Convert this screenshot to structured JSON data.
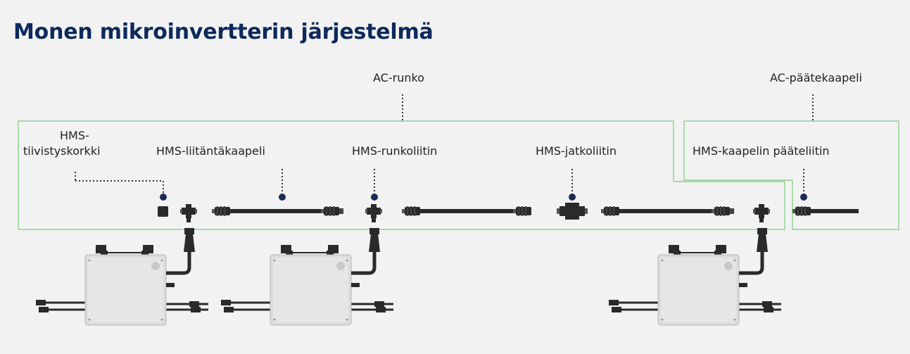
{
  "title": "Monen mikroinvertterin järjestelmä",
  "labels": {
    "ac_trunk": "AC-runko",
    "ac_end_cable": "AC-päätekaapeli",
    "sealing_cap_line1": "HMS-",
    "sealing_cap_line2": "tiivistyskorkki",
    "connection_cable": "HMS-liitäntäkaapeli",
    "trunk_connector": "HMS-runkoliitin",
    "splice_connector": "HMS-jatkoliitin",
    "end_connector": "HMS-kaapelin pääteliitin"
  },
  "colors": {
    "title": "#0d2a5c",
    "box_border": "#7ccc7c",
    "dot": "#1a2b55",
    "cable": "#2a2a2a",
    "inverter_body": "#dcdcdc",
    "background": "#f2f2f2"
  }
}
